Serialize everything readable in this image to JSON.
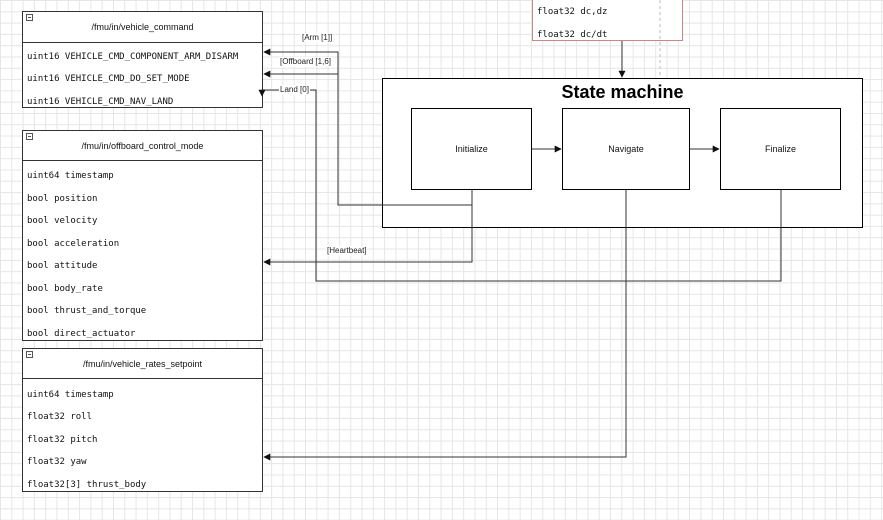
{
  "tables": {
    "vehicle_command": {
      "title": "/fmu/in/vehicle_command",
      "rows": [
        "uint16 VEHICLE_CMD_COMPONENT_ARM_DISARM",
        "uint16 VEHICLE_CMD_DO_SET_MODE",
        "uint16 VEHICLE_CMD_NAV_LAND"
      ]
    },
    "offboard_control_mode": {
      "title": "/fmu/in/offboard_control_mode",
      "rows": [
        "uint64 timestamp",
        "bool position",
        "bool velocity",
        "bool acceleration",
        "bool attitude",
        "bool body_rate",
        "bool thrust_and_torque",
        "bool direct_actuator"
      ]
    },
    "vehicle_rates_setpoint": {
      "title": "/fmu/in/vehicle_rates_setpoint",
      "rows": [
        "uint64 timestamp",
        "float32 roll",
        "float32 pitch",
        "float32 yaw",
        "float32[3] thrust_body"
      ]
    },
    "top_partial": {
      "rows": [
        "float32 dc,dz",
        "float32 dc/dt"
      ]
    }
  },
  "state_machine": {
    "title": "State machine",
    "states": [
      "Initialize",
      "Navigate",
      "Finalize"
    ]
  },
  "edge_labels": {
    "arm": "[Arm [1]]",
    "offboard": "[Offboard [1,6]",
    "land": "Land [0]",
    "heartbeat": "[Heartbeat]"
  },
  "colors": {
    "table_border": "#333333",
    "partial_border": "#c9878c",
    "wire": "#333333",
    "grid": "#e6e6e6"
  }
}
